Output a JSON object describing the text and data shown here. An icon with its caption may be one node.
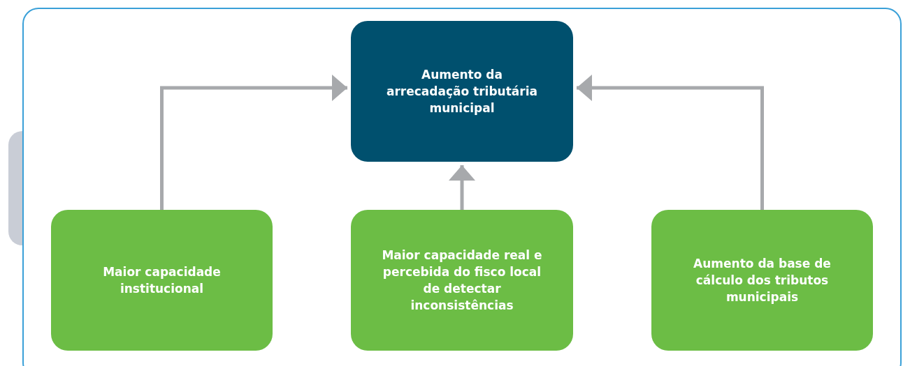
{
  "diagram": {
    "nodes": [
      {
        "text": [
          "Aumento da arrecadação tributária municipal"
        ]
      },
      {
        "text": [
          "Maior capacidade institucional"
        ]
      },
      {
        "text": [
          "Maior capacidade real e percebida do fisco local de detectar inconsistências"
        ]
      },
      {
        "text": [
          "Aumento da base de cálculo dos tributos municipais"
        ]
      }
    ],
    "edges": [
      {
        "from": 1,
        "to": 0,
        "arrow": "to"
      },
      {
        "from": 2,
        "to": 0,
        "arrow": "to"
      },
      {
        "from": 3,
        "to": 0,
        "arrow": "to"
      }
    ]
  }
}
